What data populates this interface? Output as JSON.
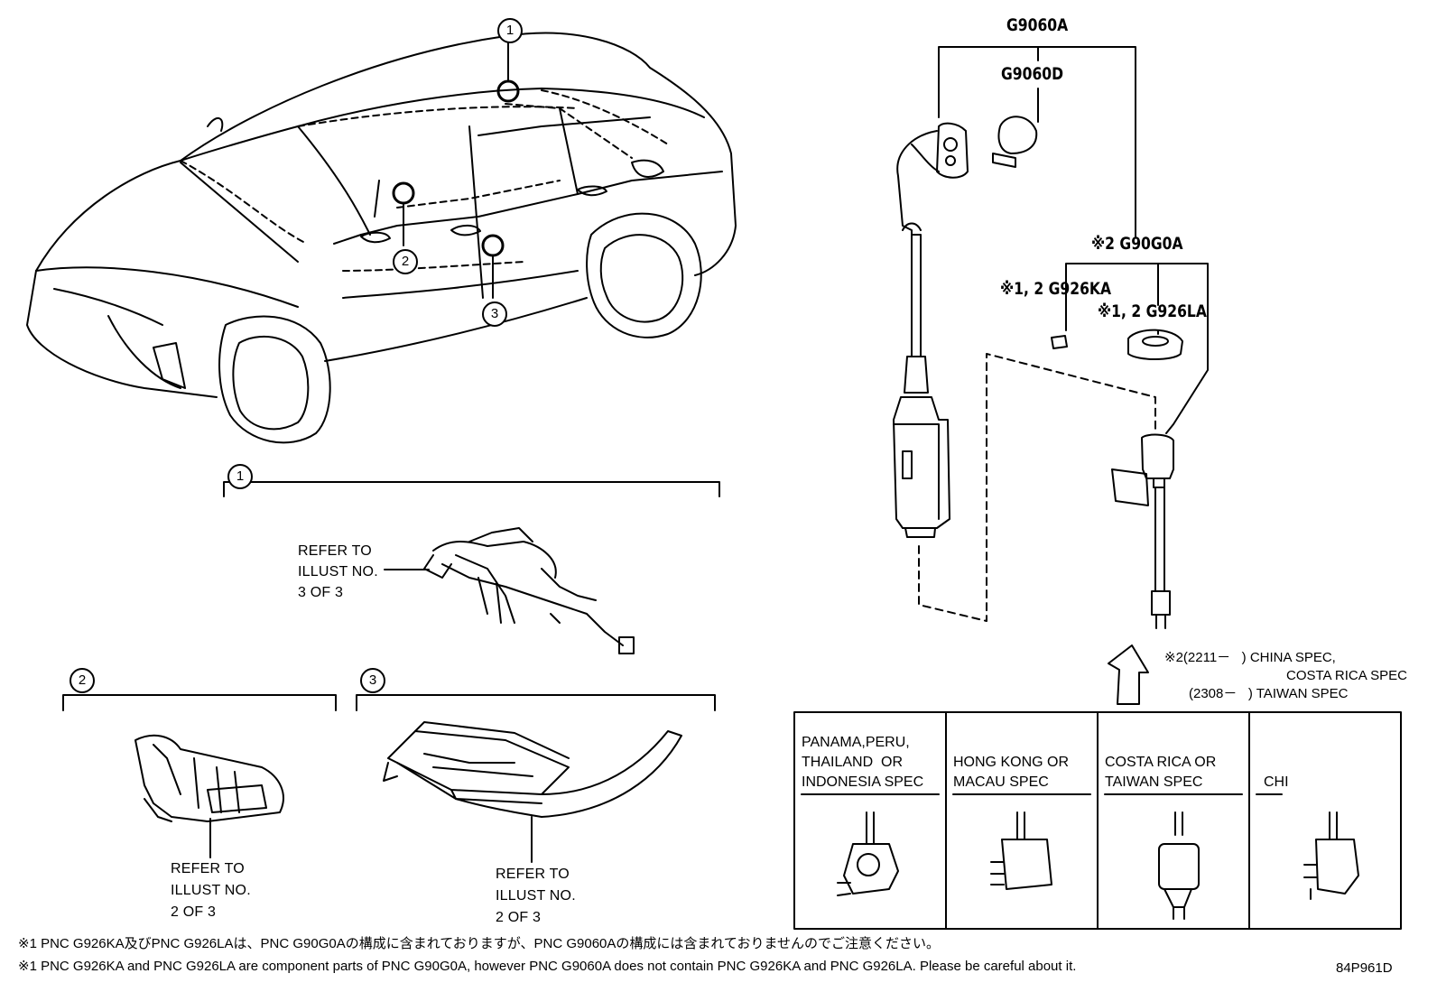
{
  "parts": {
    "main": "G9060A",
    "sub_d": "G9060D",
    "g90g0a": "※2 G90G0A",
    "g926ka": "※1, 2 G926KA",
    "g926la": "※1, 2 G926LA"
  },
  "callouts": {
    "c1": "1",
    "c2": "2",
    "c3": "3"
  },
  "refer": {
    "r1_line1": "REFER TO",
    "r1_line2": "ILLUST NO.",
    "r1_line3": "3 OF 3",
    "r2_line1": "REFER TO",
    "r2_line2": "ILLUST NO.",
    "r2_line3": "2 OF 3",
    "r3_line1": "REFER TO",
    "r3_line2": "ILLUST NO.",
    "r3_line3": "2 OF 3"
  },
  "spec_note": {
    "line1": "※2(2211－   ) CHINA SPEC,",
    "line2": "COSTA RICA SPEC",
    "line3": "(2308－   ) TAIWAN SPEC"
  },
  "spec_table": {
    "col1": "PANAMA,PERU,\nTHAILAND  OR\nINDONESIA SPEC",
    "col2": "HONG KONG OR\nMACAU SPEC",
    "col3": "COSTA RICA OR\nTAIWAN SPEC",
    "col4": "CHI"
  },
  "footnotes": {
    "jp": "※1 PNC G926KA及びPNC G926LAは、PNC G90G0Aの構成に含まれておりますが、PNC G9060Aの構成には含まれておりませんのでご注意ください。",
    "en": "※1 PNC G926KA and PNC G926LA are component parts of PNC G90G0A, however PNC G9060A does not contain PNC G926KA and PNC G926LA. Please be careful about it.",
    "code": "84P961D"
  }
}
